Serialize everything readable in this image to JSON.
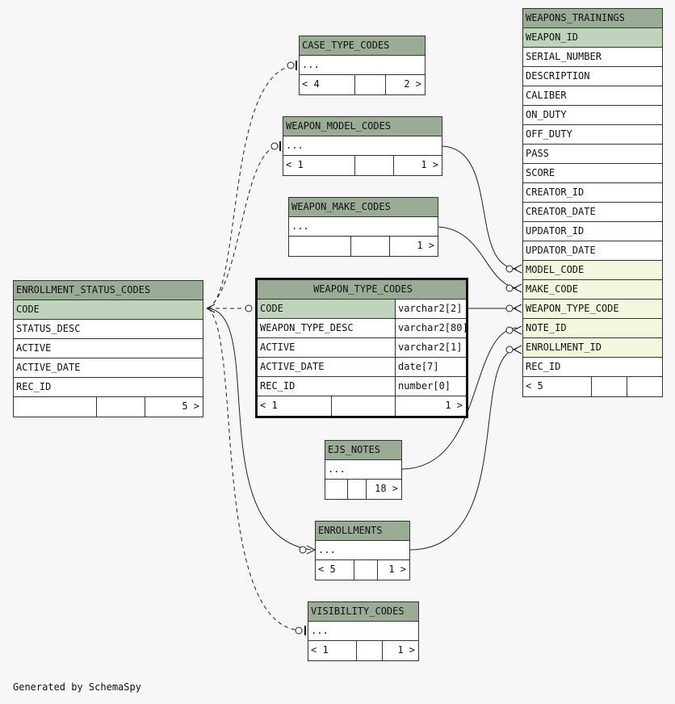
{
  "footer": "Generated by SchemaSpy",
  "tables": {
    "weapons_trainings": {
      "name": "WEAPONS_TRAININGS",
      "columns": [
        "WEAPON_ID",
        "SERIAL_NUMBER",
        "DESCRIPTION",
        "CALIBER",
        "ON_DUTY",
        "OFF_DUTY",
        "PASS",
        "SCORE",
        "CREATOR_ID",
        "CREATOR_DATE",
        "UPDATOR_ID",
        "UPDATOR_DATE",
        "MODEL_CODE",
        "MAKE_CODE",
        "WEAPON_TYPE_CODE",
        "NOTE_ID",
        "ENROLLMENT_ID",
        "REC_ID"
      ],
      "footer": {
        "left": "< 5",
        "mid": "",
        "right": ""
      }
    },
    "case_type_codes": {
      "name": "CASE_TYPE_CODES",
      "columns": [
        "..."
      ],
      "footer": {
        "left": "< 4",
        "mid": "",
        "right": "2 >"
      }
    },
    "weapon_model_codes": {
      "name": "WEAPON_MODEL_CODES",
      "columns": [
        "..."
      ],
      "footer": {
        "left": "< 1",
        "mid": "",
        "right": "1 >"
      }
    },
    "weapon_make_codes": {
      "name": "WEAPON_MAKE_CODES",
      "columns": [
        "..."
      ],
      "footer": {
        "left": "",
        "mid": "",
        "right": "1 >"
      }
    },
    "weapon_type_codes": {
      "name": "WEAPON_TYPE_CODES",
      "columns": [
        {
          "name": "CODE",
          "type": "varchar2[2]"
        },
        {
          "name": "WEAPON_TYPE_DESC",
          "type": "varchar2[80]"
        },
        {
          "name": "ACTIVE",
          "type": "varchar2[1]"
        },
        {
          "name": "ACTIVE_DATE",
          "type": "date[7]"
        },
        {
          "name": "REC_ID",
          "type": "number[0]"
        }
      ],
      "footer": {
        "left": "< 1",
        "mid": "",
        "right": "1 >"
      }
    },
    "enrollment_status_codes": {
      "name": "ENROLLMENT_STATUS_CODES",
      "columns": [
        "CODE",
        "STATUS_DESC",
        "ACTIVE",
        "ACTIVE_DATE",
        "REC_ID"
      ],
      "footer": {
        "left": "",
        "mid": "",
        "right": "5 >"
      }
    },
    "ejs_notes": {
      "name": "EJS_NOTES",
      "columns": [
        "..."
      ],
      "footer": {
        "left": "",
        "mid": "",
        "right": "18 >"
      }
    },
    "enrollments": {
      "name": "ENROLLMENTS",
      "columns": [
        "..."
      ],
      "footer": {
        "left": "< 5",
        "mid": "",
        "right": "1 >"
      }
    },
    "visibility_codes": {
      "name": "VISIBILITY_CODES",
      "columns": [
        "..."
      ],
      "footer": {
        "left": "< 1",
        "mid": "",
        "right": "1 >"
      }
    }
  }
}
